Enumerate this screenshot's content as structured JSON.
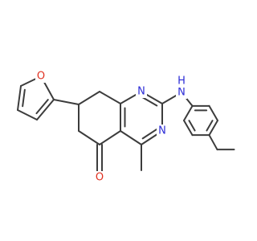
{
  "molecule": {
    "labels": {
      "N_ring_top": "N",
      "N_ring_bottom": "N",
      "NH_N": "N",
      "NH_H": "H",
      "O_carbonyl": "O",
      "O_furan": "O"
    },
    "colors": {
      "bond": "#3c3c3c",
      "nitrogen": "#2b2bd6",
      "oxygen": "#e03020",
      "background": "#ffffff"
    }
  }
}
